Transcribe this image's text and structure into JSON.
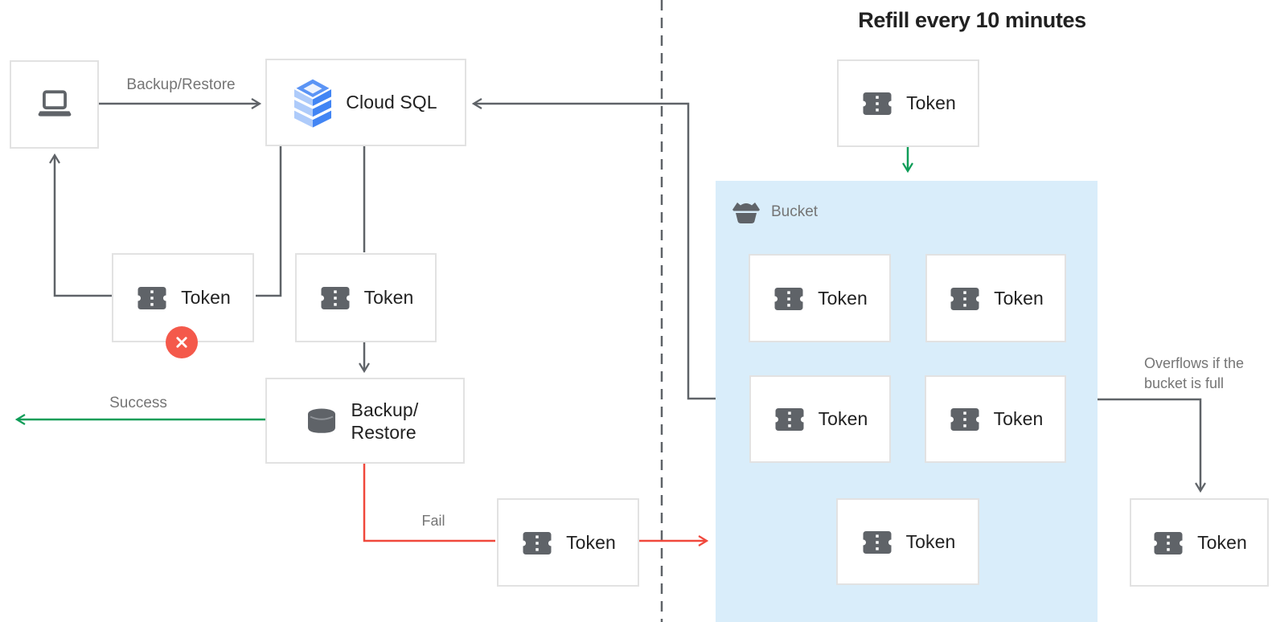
{
  "title": "Refill every 10 minutes",
  "nodes": {
    "cloud_sql": "Cloud SQL",
    "backup_restore_line1": "Backup/",
    "backup_restore_line2": "Restore",
    "token": "Token",
    "bucket": "Bucket"
  },
  "edge_labels": {
    "backup_restore": "Backup/Restore",
    "success": "Success",
    "fail": "Fail",
    "overflow_line1": "Overflows if the",
    "overflow_line2": "bucket is full"
  },
  "icons": {
    "client": "laptop-icon",
    "cloud_sql": "cloud-sql-stack-icon",
    "backup_restore": "database-icon",
    "token": "ticket-icon",
    "bucket": "bucket-icon",
    "error": "x-circle-icon"
  },
  "colors": {
    "bucket_bg": "#d9edfa",
    "label_gray": "#757575",
    "text": "#212121",
    "border": "#e2e2e2",
    "arrow": "#5f6368",
    "success": "#0f9d58",
    "fail": "#f0483c",
    "error_badge": "#f4594b",
    "cloud_sql_blue": "#4285f4",
    "cloud_sql_light": "#aecbfa"
  }
}
